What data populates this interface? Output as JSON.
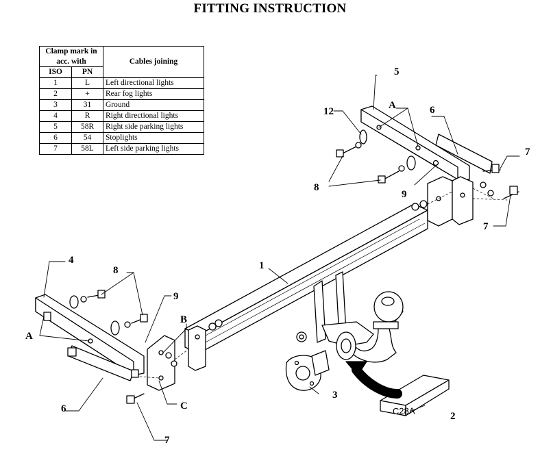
{
  "title": "FITTING INSTRUCTION",
  "table": {
    "header_clamp": "Clamp mark in acc. with",
    "header_iso": "ISO",
    "header_pn": "PN",
    "header_cables": "Cables joining",
    "rows": [
      {
        "iso": "1",
        "pn": "L",
        "cable": "Left directional lights"
      },
      {
        "iso": "2",
        "pn": "+",
        "cable": "Rear fog lights"
      },
      {
        "iso": "3",
        "pn": "31",
        "cable": "Ground"
      },
      {
        "iso": "4",
        "pn": "R",
        "cable": "Right directional lights"
      },
      {
        "iso": "5",
        "pn": "58R",
        "cable": "Right side parking lights"
      },
      {
        "iso": "6",
        "pn": "54",
        "cable": "Stoplights"
      },
      {
        "iso": "7",
        "pn": "58L",
        "cable": "Left side parking lights"
      }
    ]
  },
  "callouts": {
    "n1": "1",
    "n2": "2",
    "n3": "3",
    "n4": "4",
    "n5": "5",
    "n6a": "6",
    "n6b": "6",
    "n7a": "7",
    "n7b": "7",
    "n7c": "7",
    "n8a": "8",
    "n8b": "8",
    "n9a": "9",
    "n9b": "9",
    "n12": "12",
    "a1": "A",
    "a2": "A",
    "b": "B",
    "c": "C"
  },
  "box_marking": "C28A"
}
